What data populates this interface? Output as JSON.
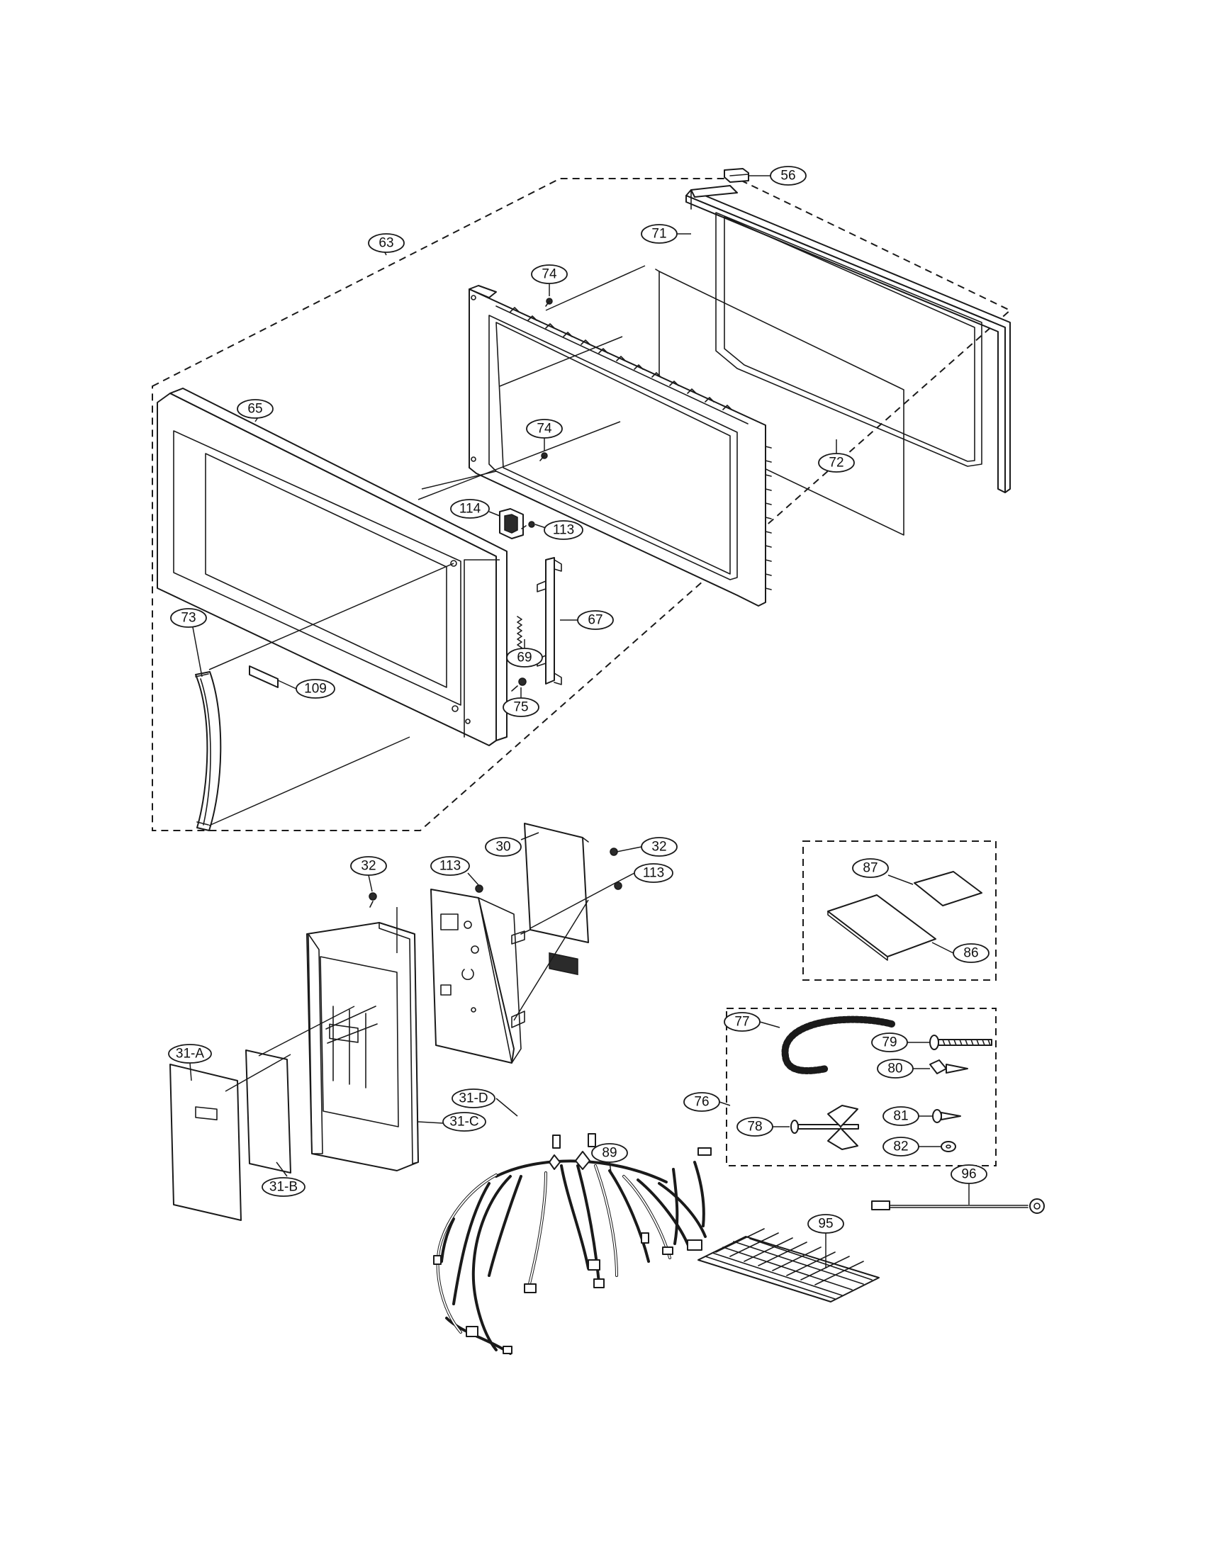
{
  "callouts": [
    {
      "id": "56",
      "label": "56"
    },
    {
      "id": "63",
      "label": "63"
    },
    {
      "id": "71",
      "label": "71"
    },
    {
      "id": "74a",
      "label": "74"
    },
    {
      "id": "74b",
      "label": "74"
    },
    {
      "id": "65",
      "label": "65"
    },
    {
      "id": "72",
      "label": "72"
    },
    {
      "id": "114",
      "label": "114"
    },
    {
      "id": "113a",
      "label": "113"
    },
    {
      "id": "67",
      "label": "67"
    },
    {
      "id": "73",
      "label": "73"
    },
    {
      "id": "69",
      "label": "69"
    },
    {
      "id": "109",
      "label": "109"
    },
    {
      "id": "75",
      "label": "75"
    },
    {
      "id": "30",
      "label": "30"
    },
    {
      "id": "32a",
      "label": "32"
    },
    {
      "id": "32b",
      "label": "32"
    },
    {
      "id": "113b",
      "label": "113"
    },
    {
      "id": "113c",
      "label": "113"
    },
    {
      "id": "87",
      "label": "87"
    },
    {
      "id": "86",
      "label": "86"
    },
    {
      "id": "77",
      "label": "77"
    },
    {
      "id": "79",
      "label": "79"
    },
    {
      "id": "80",
      "label": "80"
    },
    {
      "id": "76",
      "label": "76"
    },
    {
      "id": "31D",
      "label": "31-D"
    },
    {
      "id": "31A",
      "label": "31-A"
    },
    {
      "id": "31C",
      "label": "31-C"
    },
    {
      "id": "78",
      "label": "78"
    },
    {
      "id": "81",
      "label": "81"
    },
    {
      "id": "82",
      "label": "82"
    },
    {
      "id": "89",
      "label": "89"
    },
    {
      "id": "31B",
      "label": "31-B"
    },
    {
      "id": "96",
      "label": "96"
    },
    {
      "id": "95",
      "label": "95"
    }
  ]
}
